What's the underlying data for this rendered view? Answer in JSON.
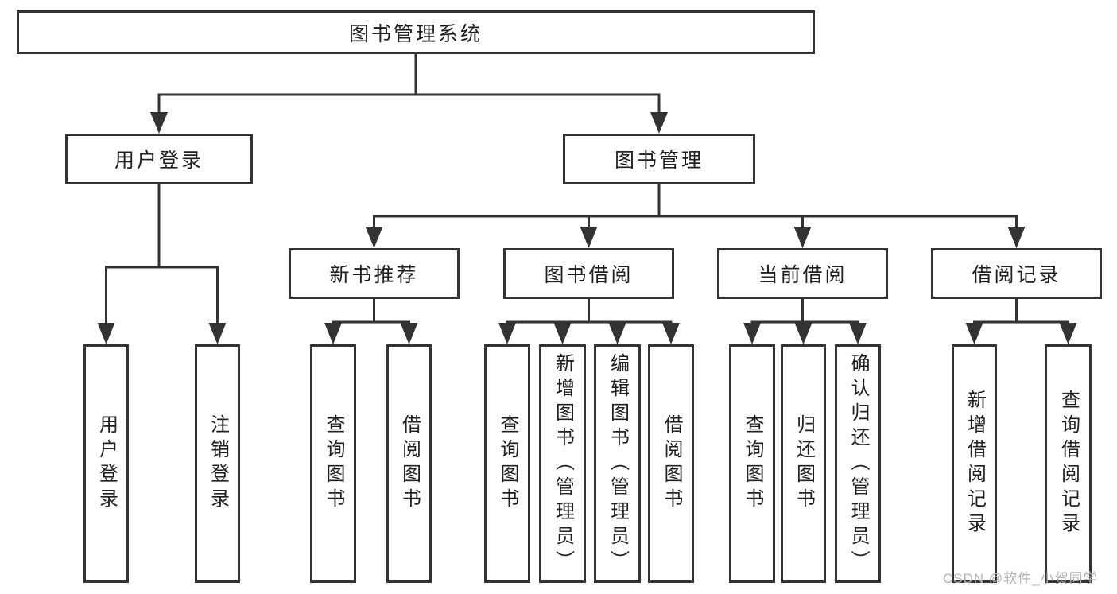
{
  "diagram": {
    "root": {
      "label": "图书管理系统"
    },
    "user_login": {
      "label": "用户登录",
      "children": [
        {
          "label": "用户登录"
        },
        {
          "label": "注销登录"
        }
      ]
    },
    "book_management": {
      "label": "图书管理",
      "sections": [
        {
          "label": "新书推荐",
          "children": [
            {
              "label": "查询图书"
            },
            {
              "label": "借阅图书"
            }
          ]
        },
        {
          "label": "图书借阅",
          "children": [
            {
              "label": "查询图书"
            },
            {
              "label": "新增图书（管理员）"
            },
            {
              "label": "编辑图书（管理员）"
            },
            {
              "label": "借阅图书"
            }
          ]
        },
        {
          "label": "当前借阅",
          "children": [
            {
              "label": "查询图书"
            },
            {
              "label": "归还图书"
            },
            {
              "label": "确认归还（管理员）"
            }
          ]
        },
        {
          "label": "借阅记录",
          "children": [
            {
              "label": "新增借阅记录"
            },
            {
              "label": "查询借阅记录"
            }
          ]
        }
      ]
    },
    "watermark": "CSDN @软件_小贺同学",
    "colors": {
      "line": "#333333",
      "text": "#1f1f1f",
      "watermark": "#b3b3b3",
      "background": "#ffffff"
    }
  }
}
